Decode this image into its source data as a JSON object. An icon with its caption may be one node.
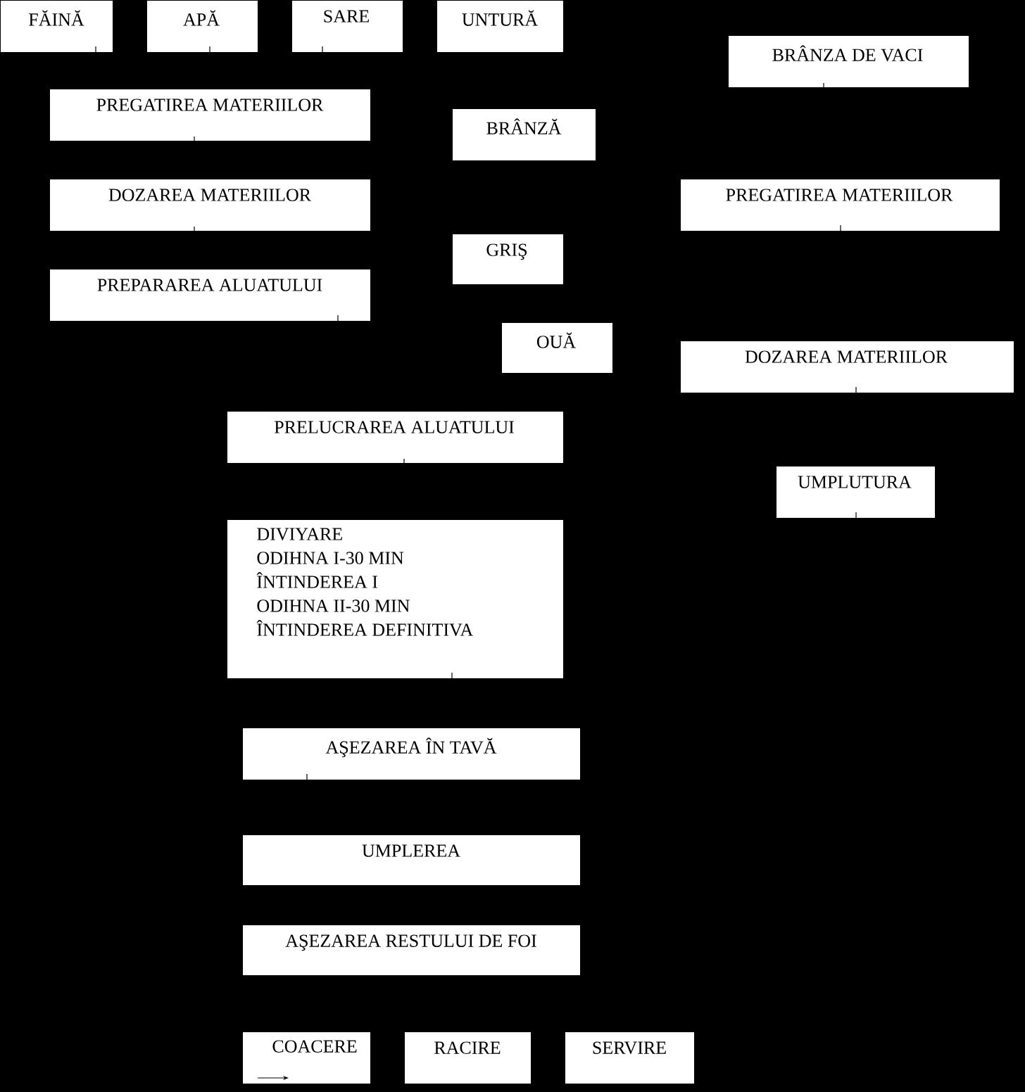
{
  "diagram": {
    "nodes": [
      {
        "text": [
          "FĂINĂ"
        ]
      },
      {
        "text": [
          "APĂ"
        ]
      },
      {
        "text": [
          "SARE"
        ]
      },
      {
        "text": [
          "UNTURĂ"
        ]
      },
      {
        "text": [
          "BRÂNZA DE VACI"
        ]
      },
      {
        "text": [
          "PREGATIREA MATERIILOR"
        ]
      },
      {
        "text": [
          "BRÂNZĂ"
        ]
      },
      {
        "text": [
          "DOZAREA MATERIILOR"
        ]
      },
      {
        "text": [
          "PREGATIREA MATERIILOR"
        ]
      },
      {
        "text": [
          "GRIŞ"
        ]
      },
      {
        "text": [
          "PREPARAREA ALUATULUI"
        ]
      },
      {
        "text": [
          "OUĂ"
        ]
      },
      {
        "text": [
          "DOZAREA MATERIILOR"
        ]
      },
      {
        "text": [
          "PRELUCRAREA ALUATULUI"
        ]
      },
      {
        "text": [
          "UMPLUTURA"
        ]
      },
      {
        "text": [
          "DIVIYARE",
          "ODIHNA I-30 MIN",
          "ÎNTINDEREA I",
          "ODIHNA II-30 MIN",
          "ÎNTINDEREA DEFINITIVA"
        ]
      },
      {
        "text": [
          "AŞEZAREA ÎN TAVĂ"
        ]
      },
      {
        "text": [
          "UMPLEREA"
        ]
      },
      {
        "text": [
          "AŞEZAREA RESTULUI DE FOI"
        ]
      },
      {
        "text": [
          "COACERE"
        ]
      },
      {
        "text": [
          "RACIRE"
        ]
      },
      {
        "text": [
          "SERVIRE"
        ]
      }
    ]
  }
}
